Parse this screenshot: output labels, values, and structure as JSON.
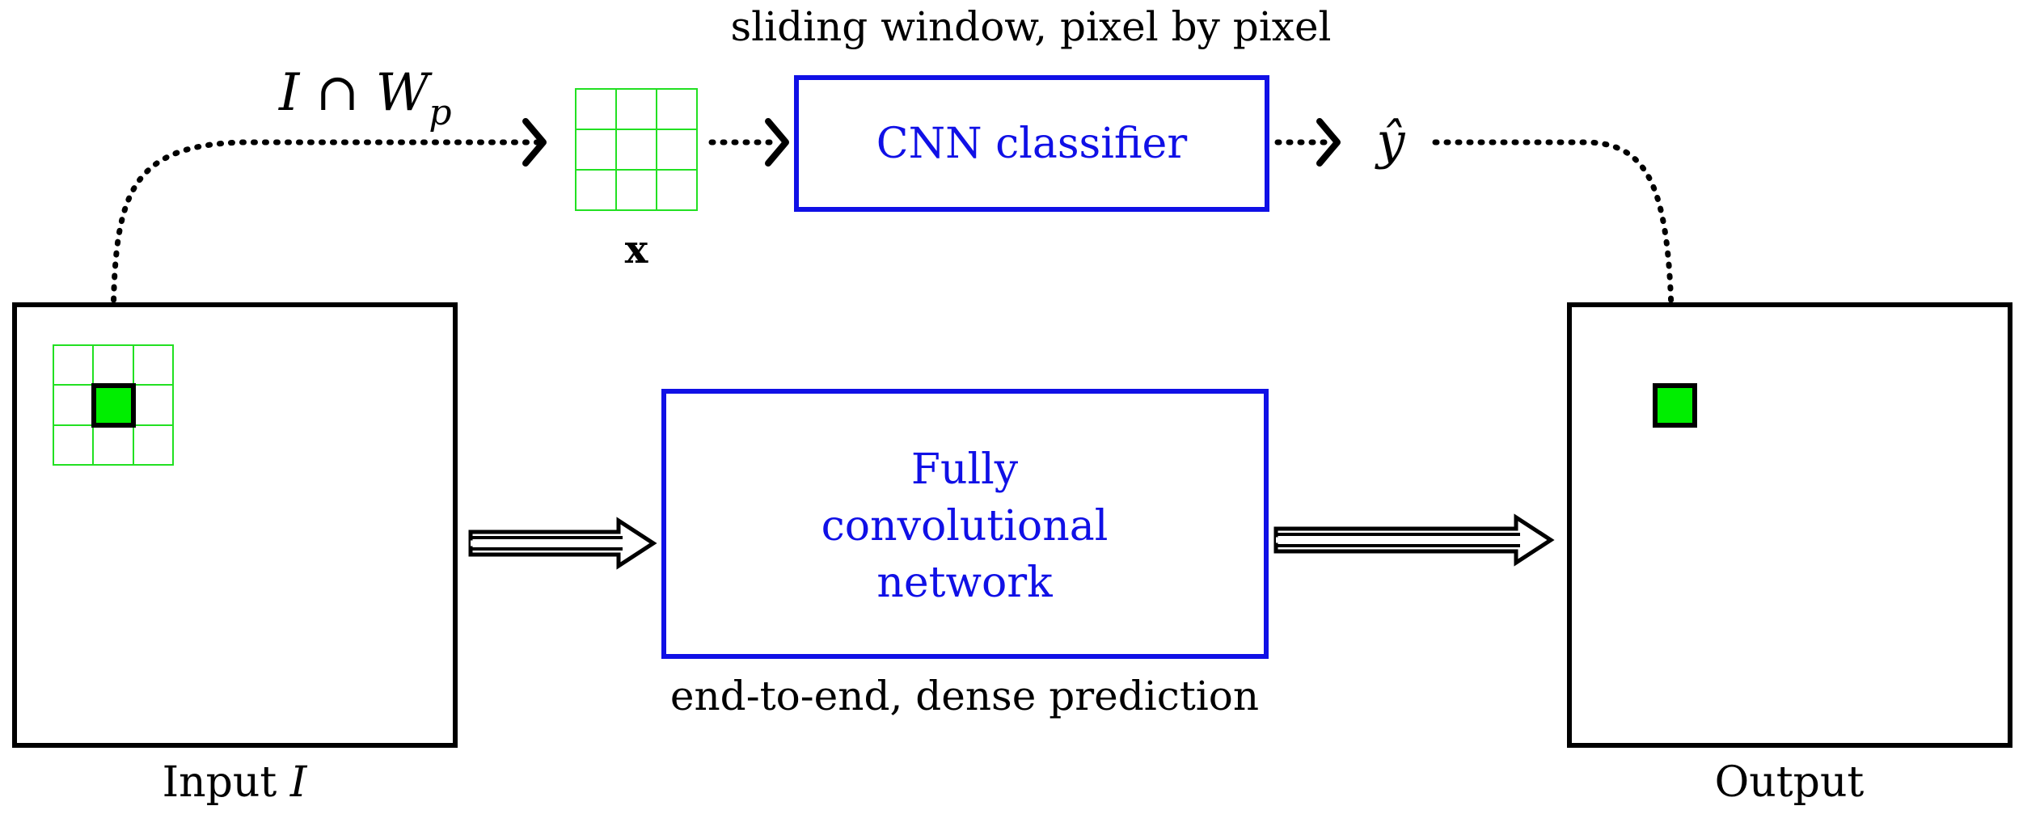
{
  "top_caption": "sliding window, pixel by pixel",
  "window_label": {
    "base": "I ∩ W",
    "sub": "p"
  },
  "patch_label": "x",
  "cnn_box_label": "CNN classifier",
  "prediction_label": "ŷ",
  "fcn_box_label_lines": [
    "Fully",
    "convolutional",
    "network"
  ],
  "bottom_caption": "end-to-end, dense prediction",
  "input_label": {
    "text": "Input ",
    "var": "I"
  },
  "output_label": "Output",
  "colors": {
    "box_border": "#000000",
    "network_border": "#1010e6",
    "network_text": "#1010e6",
    "grid": "#22e022",
    "pixel_fill": "#00ee00"
  }
}
